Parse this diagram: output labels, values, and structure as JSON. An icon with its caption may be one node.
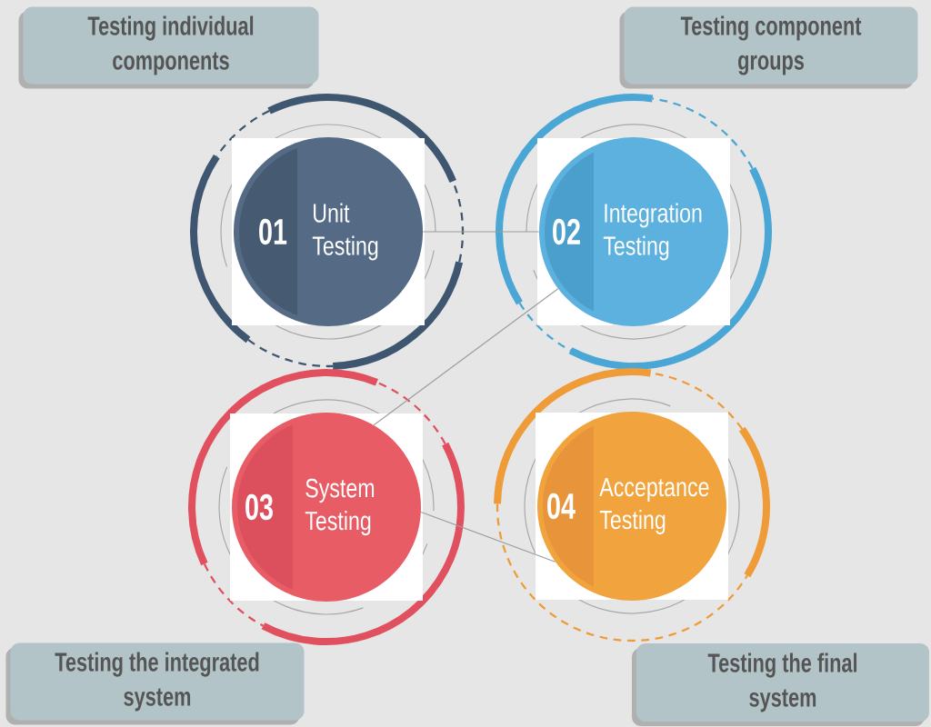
{
  "diagram": {
    "nodes": [
      {
        "text": [
          "Testing individual components"
        ]
      },
      {
        "text": [
          "Testing component groups"
        ]
      },
      {
        "text": [
          "01",
          "Unit Testing"
        ]
      },
      {
        "text": [
          "02",
          "Integration Testing"
        ]
      },
      {
        "text": [
          "03",
          "System Testing"
        ]
      },
      {
        "text": [
          "04",
          "Acceptance Testing"
        ]
      },
      {
        "text": [
          "Testing the integrated system"
        ]
      },
      {
        "text": [
          "Testing the final system"
        ]
      }
    ],
    "edges": [
      {
        "from": 2,
        "to": 3,
        "arrow": "none"
      },
      {
        "from": 3,
        "to": 4,
        "arrow": "none"
      },
      {
        "from": 4,
        "to": 5,
        "arrow": "none"
      }
    ]
  }
}
